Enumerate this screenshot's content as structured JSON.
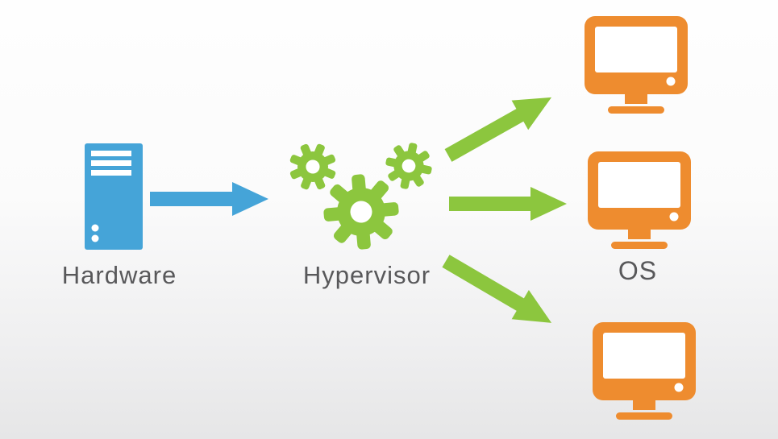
{
  "diagram": {
    "type": "virtualization-architecture",
    "background": {
      "top_color": "#fefefe",
      "bottom_color": "#e6e6e7"
    },
    "hardware": {
      "label": "Hardware",
      "icon": "server-tower-icon",
      "color": "#45a4d8"
    },
    "hypervisor": {
      "label": "Hypervisor",
      "icon": "gears-icon",
      "color": "#8cc63e",
      "gear_count": 3
    },
    "os": {
      "label": "OS",
      "icon": "monitor-icon",
      "color": "#ee8c2f",
      "instance_count": 3
    },
    "arrows": {
      "hardware_to_hypervisor": {
        "color": "#45a4d8",
        "direction": "right"
      },
      "hypervisor_to_os": [
        {
          "color": "#8cc63e",
          "direction": "up-right"
        },
        {
          "color": "#8cc63e",
          "direction": "right"
        },
        {
          "color": "#8cc63e",
          "direction": "down-right"
        }
      ]
    },
    "label_color": "#58585a"
  }
}
